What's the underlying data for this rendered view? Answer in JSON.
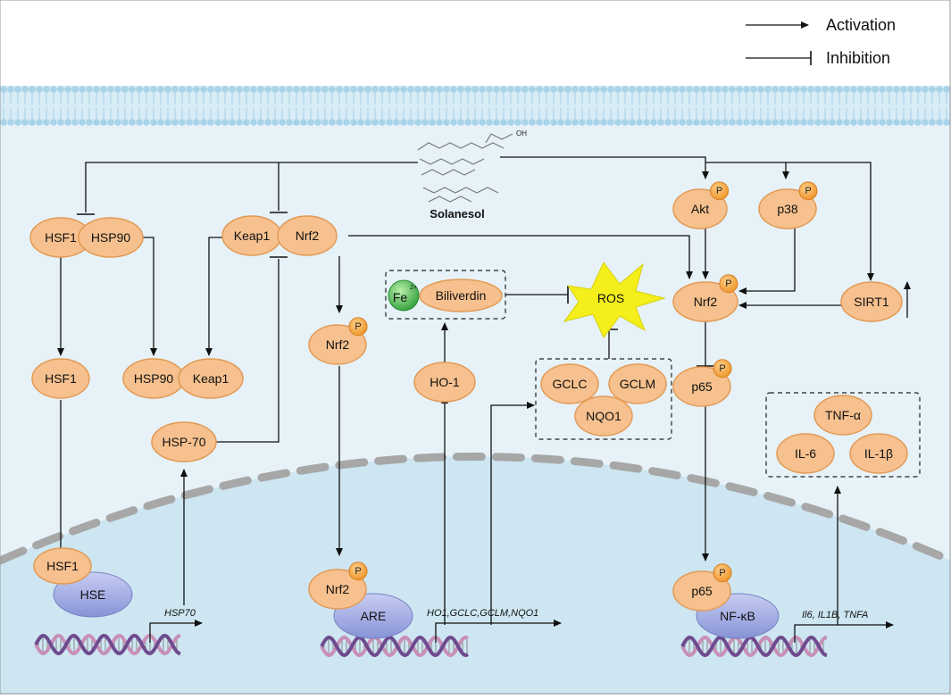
{
  "legend": {
    "activation": "Activation",
    "inhibition": "Inhibition"
  },
  "compound": {
    "name": "Solanesol",
    "oh": "OH"
  },
  "nodes": {
    "hsf1_a": "HSF1",
    "hsp90_a": "HSP90",
    "keap1_a": "Keap1",
    "nrf2_a": "Nrf2",
    "akt": "Akt",
    "p38": "p38",
    "nrf2_center": "Nrf2",
    "sirt1": "SIRT1",
    "nrf2_p": "Nrf2",
    "fe": "Fe",
    "fe_sup": "2+",
    "biliverdin": "Biliverdin",
    "ros": "ROS",
    "hsf1_b": "HSF1",
    "hsp90_b": "HSP90",
    "keap1_b": "Keap1",
    "ho1": "HO-1",
    "gclc": "GCLC",
    "gclm": "GCLM",
    "nqo1": "NQO1",
    "p65_a": "p65",
    "tnfa": "TNF-α",
    "il6": "IL-6",
    "il1b": "IL-1β",
    "hsp70": "HSP-70",
    "hsf1_c": "HSF1",
    "hse": "HSE",
    "nrf2_nuc": "Nrf2",
    "are": "ARE",
    "p65_b": "p65",
    "nfkb": "NF-κB",
    "p": "P"
  },
  "genes": {
    "hsp70": "HSP70",
    "are_targets": "HO1,GCLC,GCLM,NQO1",
    "nfkb_targets": "Il6, IL1B, TNFA"
  },
  "colors": {
    "node_fill": "#f6c18e",
    "node_stroke": "#e39a55",
    "phospho": "#f3a03b",
    "cytoplasm": "#e6f2f8",
    "nucleus": "#cde6f1",
    "membrane": "#a9d3e8",
    "ros": "#f4ee1a",
    "fe": "#3bb54a",
    "dna_a": "#c88fb8",
    "dna_b": "#6e4a8f",
    "factor": "#9aa4dc"
  }
}
